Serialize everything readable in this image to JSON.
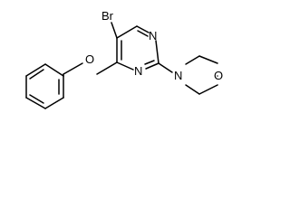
{
  "molecule": {
    "atoms": {
      "bromine": "Br",
      "ring_n_top": "N",
      "ring_n_bottom": "N",
      "ether_oxygen": "O",
      "morpholine_n": "N",
      "morpholine_o": "O"
    }
  },
  "colors": {
    "background": "#ffffff",
    "bond": "#000000",
    "text": "#000000"
  }
}
